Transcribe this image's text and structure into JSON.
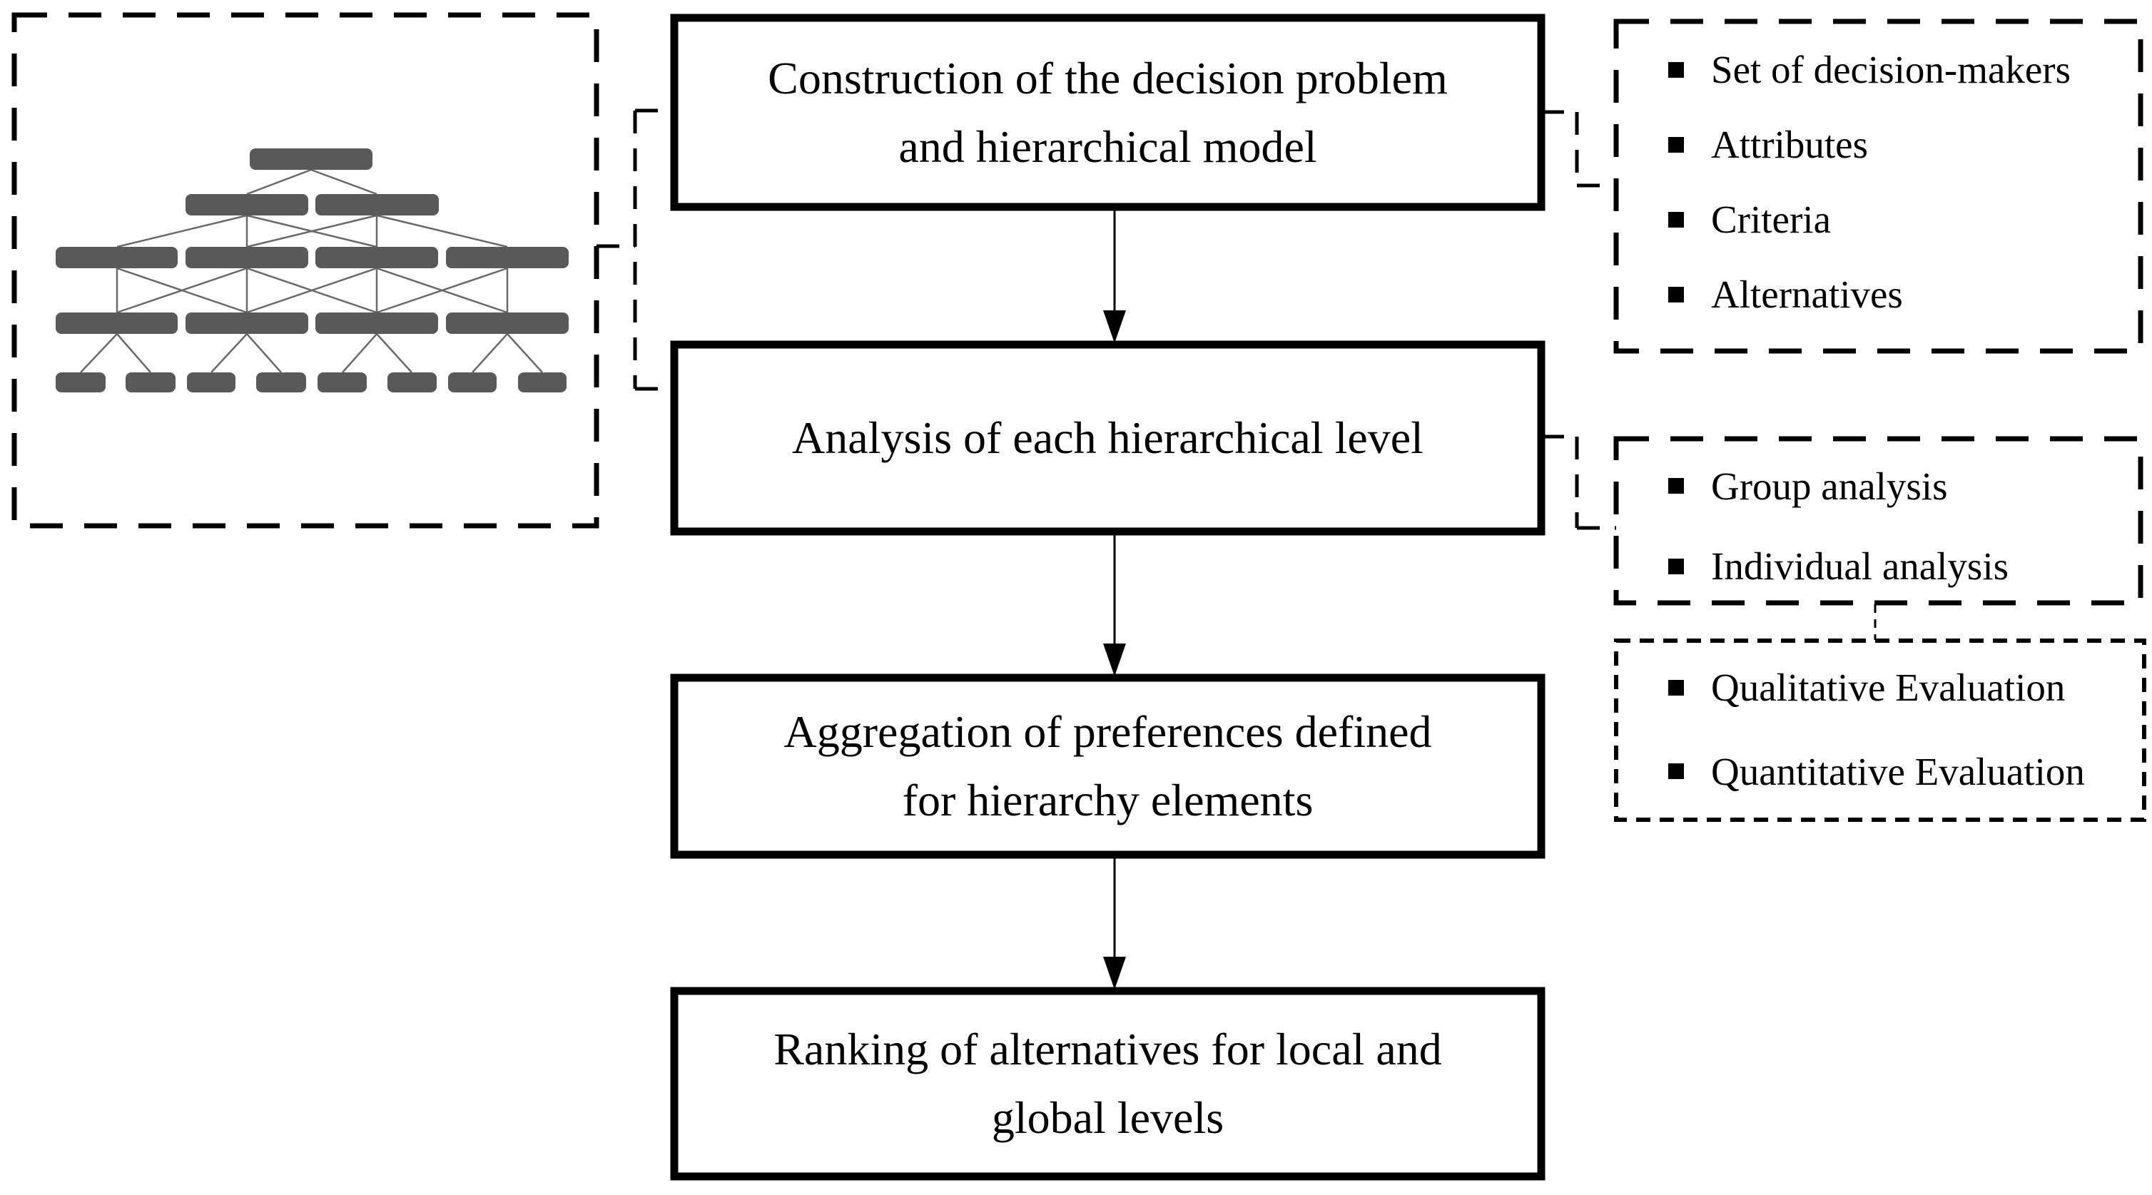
{
  "figure": {
    "background": "#ffffff",
    "flow_boxes": [
      {
        "id": "construction",
        "lines": [
          "Construction of the decision problem",
          "and hierarchical model"
        ]
      },
      {
        "id": "analysis",
        "lines": [
          "Analysis of each hierarchical level"
        ]
      },
      {
        "id": "aggregation",
        "lines": [
          "Aggregation of preferences defined",
          "for hierarchy elements"
        ]
      },
      {
        "id": "ranking",
        "lines": [
          "Ranking of alternatives for local and",
          "global levels"
        ]
      }
    ],
    "side_lists": [
      {
        "id": "problem-elements",
        "items": [
          "Set of decision-makers",
          "Attributes",
          "Criteria",
          "Alternatives"
        ]
      },
      {
        "id": "analysis-types",
        "items": [
          "Group analysis",
          "Individual analysis"
        ]
      },
      {
        "id": "evaluation-types",
        "items": [
          "Qualitative Evaluation",
          "Quantitative Evaluation"
        ]
      }
    ],
    "icons": {
      "tree": "hierarchy-tree-icon"
    },
    "colors": {
      "tree_bar": "#595959",
      "tree_line": "#696969",
      "stroke": "#000000",
      "background": "#ffffff"
    }
  }
}
